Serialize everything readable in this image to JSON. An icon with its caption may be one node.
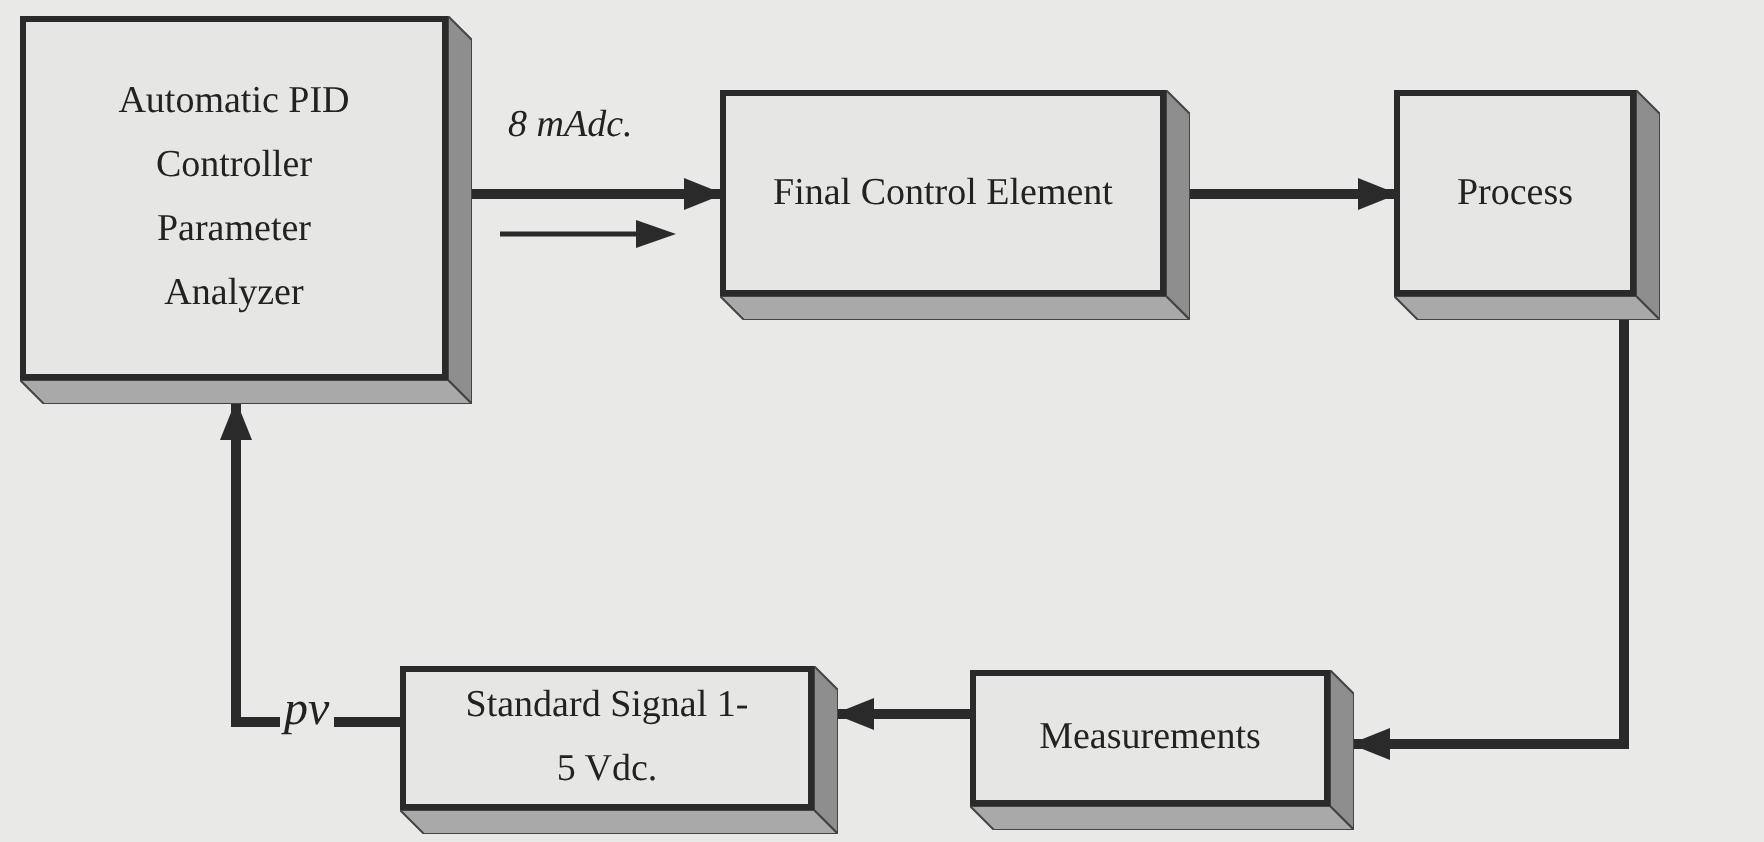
{
  "diagram": {
    "nodes": [
      {
        "text": [
          "Automatic PID Controller Parameter Analyzer"
        ]
      },
      {
        "text": [
          "Final Control Element"
        ]
      },
      {
        "text": [
          "Process"
        ]
      },
      {
        "text": [
          "Measurements"
        ]
      },
      {
        "text": [
          "Standard Signal 1-5 Vdc."
        ]
      }
    ],
    "edges": [
      {
        "from": 0,
        "to": 1,
        "arrow": "to",
        "label": "8 mAdc."
      },
      {
        "from": 1,
        "to": 2,
        "arrow": "to"
      },
      {
        "from": 2,
        "to": 3,
        "arrow": "to"
      },
      {
        "from": 3,
        "to": 4,
        "arrow": "to"
      },
      {
        "from": 4,
        "to": 0,
        "arrow": "to",
        "label": "pv"
      }
    ]
  }
}
